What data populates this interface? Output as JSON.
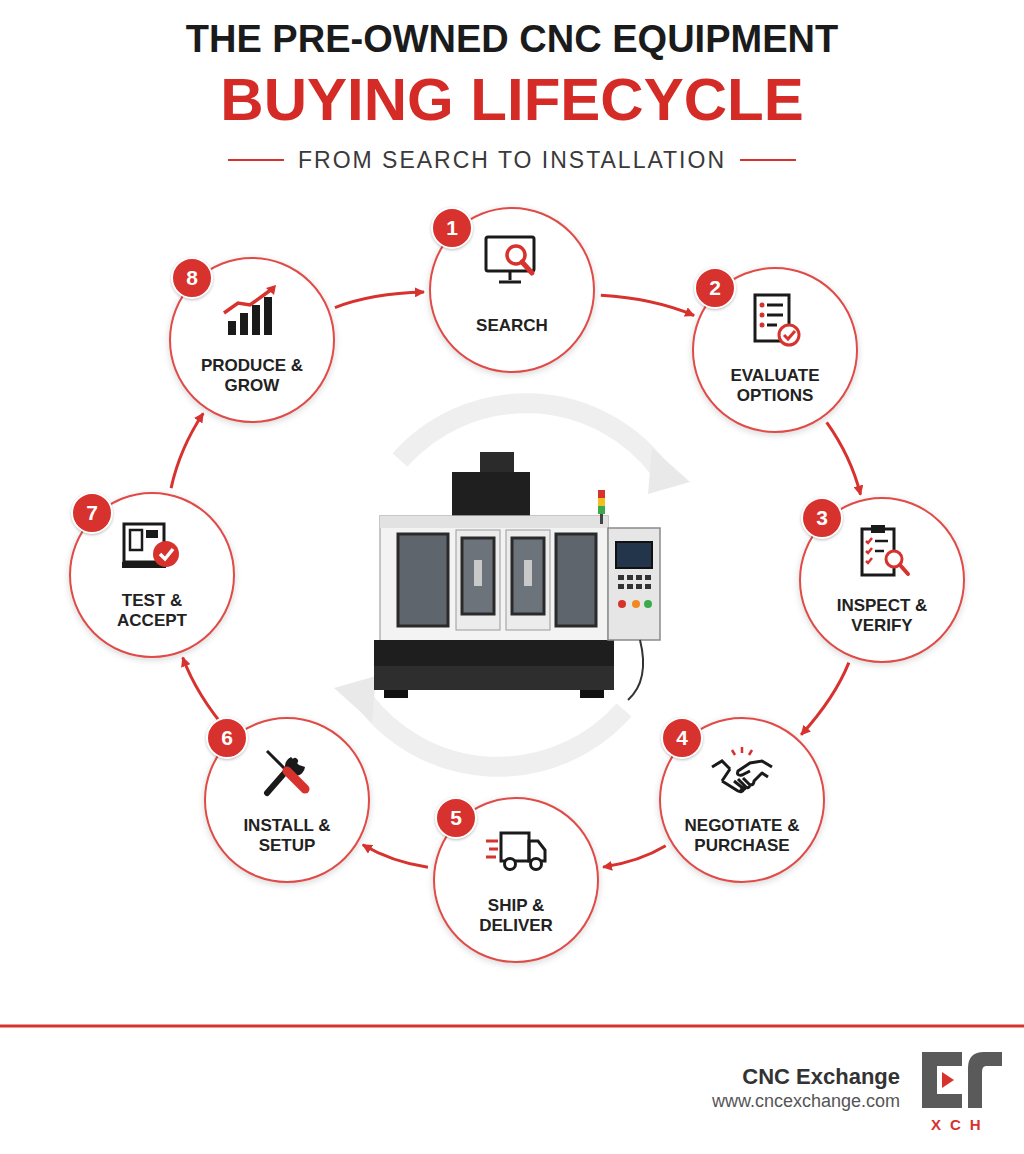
{
  "diagram": {
    "title": "THE PRE-OWNED CNC EQUIPMENT",
    "nodes": [
      {
        "text": [
          "1",
          "SEARCH"
        ]
      },
      {
        "text": [
          "2",
          "EVALUATE OPTIONS"
        ]
      },
      {
        "text": [
          "3",
          "INSPECT & VERIFY"
        ]
      },
      {
        "text": [
          "4",
          "NEGOTIATE & PURCHASE"
        ]
      },
      {
        "text": [
          "5",
          "SHIP & DELIVER"
        ]
      },
      {
        "text": [
          "6",
          "INSTALL & SETUP"
        ]
      },
      {
        "text": [
          "7",
          "TEST & ACCEPT"
        ]
      },
      {
        "text": [
          "8",
          "PRODUCE & GROW"
        ]
      }
    ],
    "edges": [
      {
        "from": 0,
        "to": 1,
        "arrow": "to"
      },
      {
        "from": 1,
        "to": 2,
        "arrow": "to"
      },
      {
        "from": 2,
        "to": 3,
        "arrow": "to"
      },
      {
        "from": 3,
        "to": 4,
        "arrow": "to"
      },
      {
        "from": 4,
        "to": 5,
        "arrow": "to"
      },
      {
        "from": 5,
        "to": 6,
        "arrow": "to"
      },
      {
        "from": 6,
        "to": 7,
        "arrow": "to"
      },
      {
        "from": 7,
        "to": 0,
        "arrow": "to"
      }
    ],
    "labels": [
      "BUYING LIFECYCLE",
      "FROM SEARCH TO INSTALLATION",
      "CNC Exchange",
      "www.cncexchange.com",
      "XCH"
    ]
  }
}
